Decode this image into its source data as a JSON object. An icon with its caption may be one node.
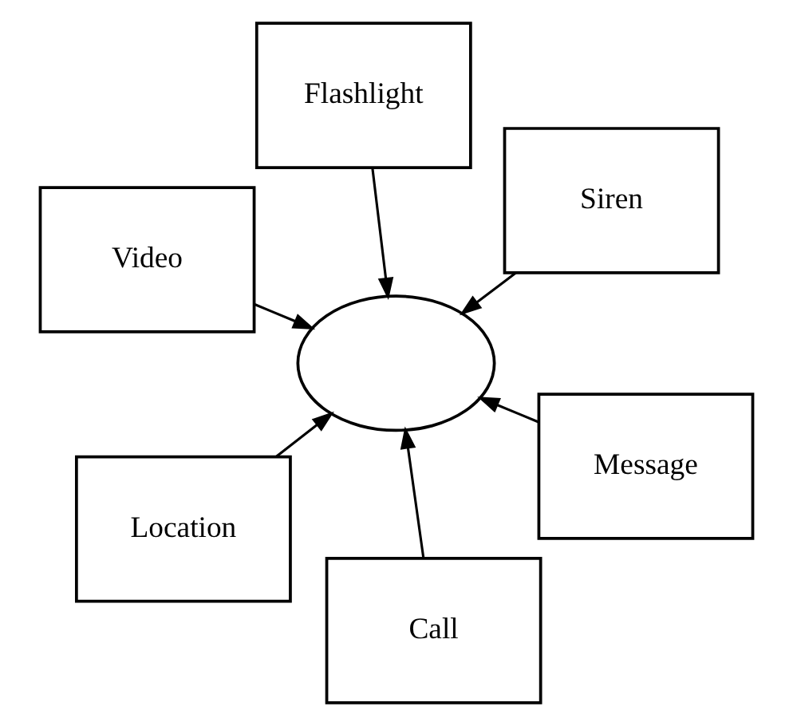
{
  "diagram": {
    "nodes": [
      {
        "text": [
          "Video"
        ]
      },
      {
        "text": [
          "Message"
        ]
      },
      {
        "text": [
          "Call"
        ]
      },
      {
        "text": [],
        "shape": "ellipse"
      },
      {
        "text": [
          "Siren"
        ]
      },
      {
        "text": [
          "Flashlight"
        ]
      },
      {
        "text": [
          "Location"
        ]
      }
    ],
    "edges": [
      {
        "from": 0,
        "to": 3,
        "arrow": "to"
      },
      {
        "from": 1,
        "to": 3,
        "arrow": "to"
      },
      {
        "from": 2,
        "to": 3,
        "arrow": "to"
      },
      {
        "from": 4,
        "to": 3,
        "arrow": "to"
      },
      {
        "from": 5,
        "to": 3,
        "arrow": "to"
      },
      {
        "from": 6,
        "to": 3,
        "arrow": "to"
      }
    ]
  }
}
